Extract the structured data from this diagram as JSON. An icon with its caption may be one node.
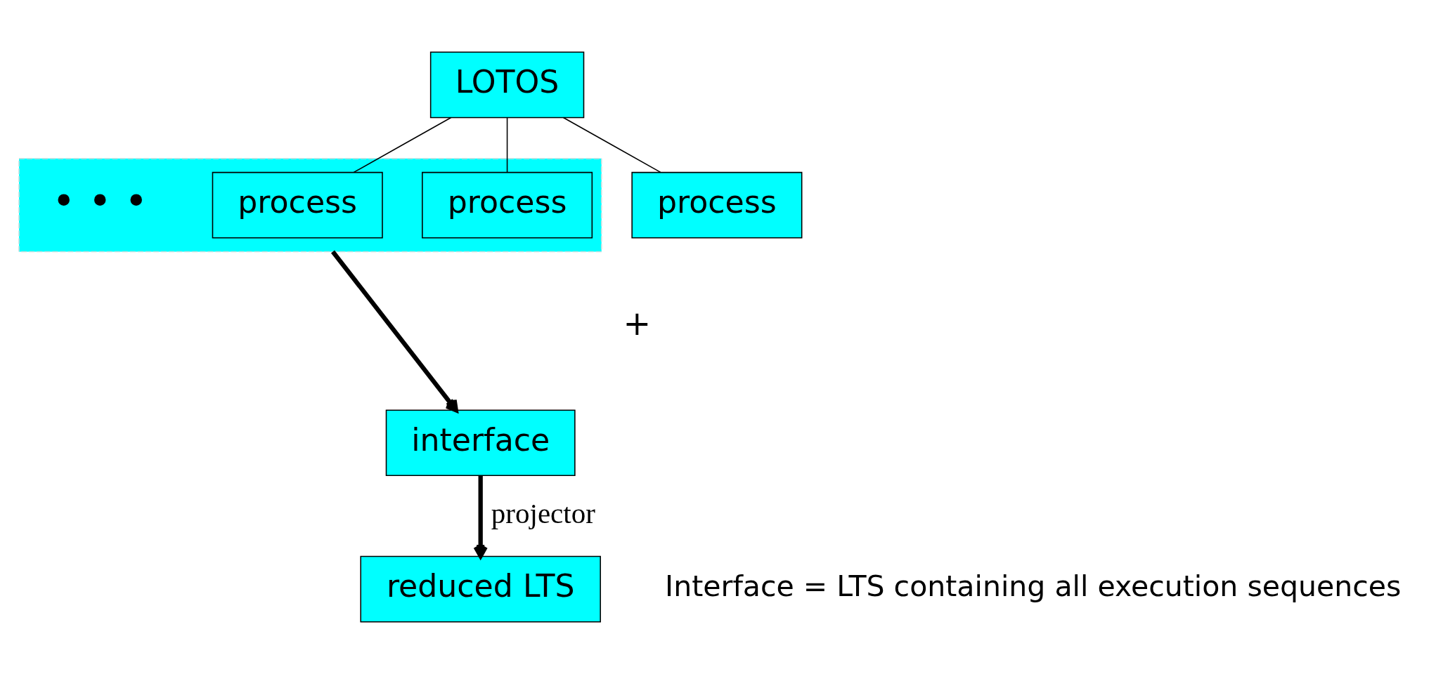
{
  "diagram": {
    "nodes": [
      {
        "text": [
          "LOTOS"
        ]
      },
      {
        "text": [],
        "shape": "box"
      },
      {
        "text": [
          "process"
        ],
        "in": 1
      },
      {
        "text": [
          "process"
        ],
        "in": 1
      },
      {
        "text": [
          "process"
        ]
      },
      {
        "text": [
          "interface"
        ]
      },
      {
        "text": [
          "reduced LTS"
        ]
      }
    ],
    "edges": [
      {
        "from": 0,
        "to": 2,
        "arrow": "none"
      },
      {
        "from": 0,
        "to": 3,
        "arrow": "none"
      },
      {
        "from": 0,
        "to": 4,
        "arrow": "none"
      },
      {
        "from": 1,
        "to": 5,
        "arrow": "to",
        "style": "thick"
      },
      {
        "from": 5,
        "to": 6,
        "arrow": "to",
        "style": "thick",
        "label": "projector"
      }
    ],
    "labels": [
      "• • •",
      "+",
      "Interface = LTS containing all execution sequences"
    ]
  }
}
